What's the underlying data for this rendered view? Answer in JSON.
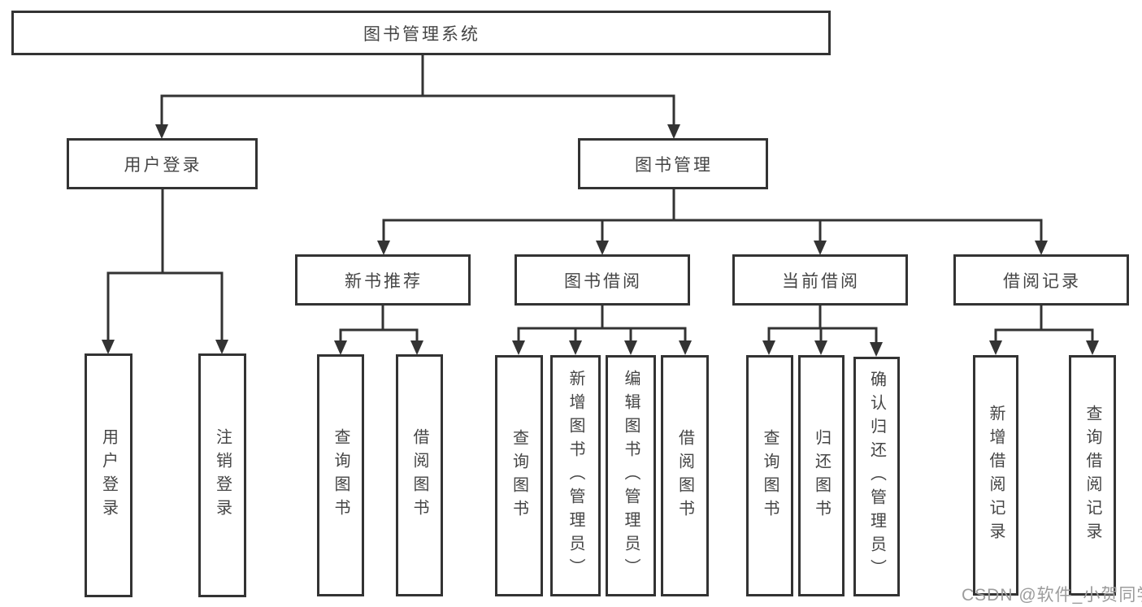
{
  "diagram_title": "图书管理系统",
  "colors": {
    "line": "#333333",
    "box_border": "#333333",
    "text": "#454545",
    "background": "#ffffff",
    "watermark": "#9c9c9c"
  },
  "tree": {
    "root": {
      "label": "图书管理系统",
      "children": [
        {
          "label": "用户登录",
          "children": [
            {
              "label": "用户登录"
            },
            {
              "label": "注销登录"
            }
          ]
        },
        {
          "label": "图书管理",
          "children": [
            {
              "label": "新书推荐",
              "children": [
                {
                  "label": "查询图书"
                },
                {
                  "label": "借阅图书"
                }
              ]
            },
            {
              "label": "图书借阅",
              "children": [
                {
                  "label": "查询图书"
                },
                {
                  "label": "新增图书（管理员）"
                },
                {
                  "label": "编辑图书（管理员）"
                },
                {
                  "label": "借阅图书"
                }
              ]
            },
            {
              "label": "当前借阅",
              "children": [
                {
                  "label": "查询图书"
                },
                {
                  "label": "归还图书"
                },
                {
                  "label": "确认归还（管理员）"
                }
              ]
            },
            {
              "label": "借阅记录",
              "children": [
                {
                  "label": "新增借阅记录"
                },
                {
                  "label": "查询借阅记录"
                }
              ]
            }
          ]
        }
      ]
    }
  },
  "watermark": {
    "text": "CSDN @软件_小贺同学"
  }
}
